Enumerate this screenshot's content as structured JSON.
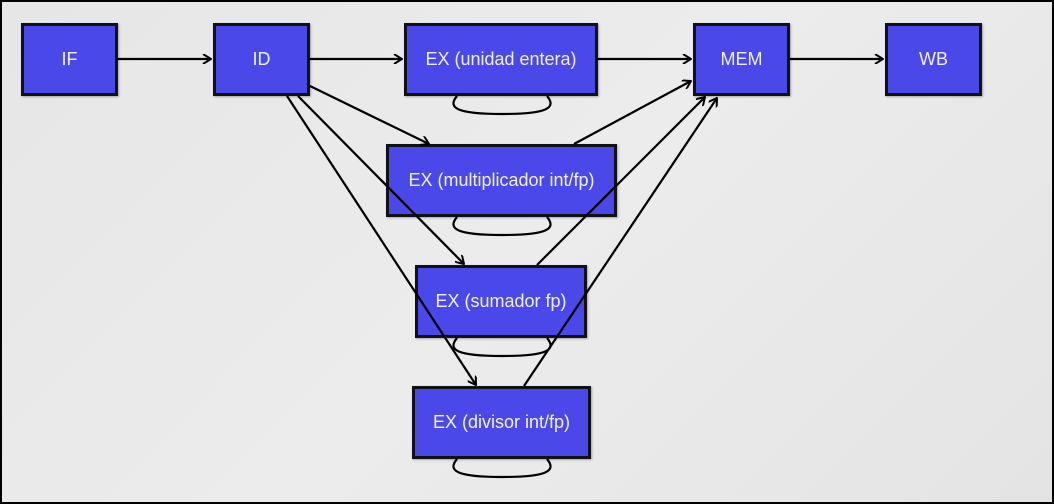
{
  "diagram": {
    "title": "Pipeline con múltiples unidades de ejecución",
    "nodes": {
      "if": "IF",
      "id": "ID",
      "ex_int": "EX (unidad entera)",
      "mem": "MEM",
      "wb": "WB",
      "ex_mul": "EX (multiplicador int/fp)",
      "ex_add": "EX (sumador fp)",
      "ex_div": "EX (divisor int/fp)"
    },
    "edges": [
      [
        "IF",
        "ID"
      ],
      [
        "ID",
        "EX (unidad entera)"
      ],
      [
        "ID",
        "EX (multiplicador int/fp)"
      ],
      [
        "ID",
        "EX (sumador fp)"
      ],
      [
        "ID",
        "EX (divisor int/fp)"
      ],
      [
        "EX (unidad entera)",
        "MEM"
      ],
      [
        "EX (multiplicador int/fp)",
        "MEM"
      ],
      [
        "EX (sumador fp)",
        "MEM"
      ],
      [
        "EX (divisor int/fp)",
        "MEM"
      ],
      [
        "MEM",
        "WB"
      ]
    ],
    "self_loops": [
      "EX (unidad entera)",
      "EX (multiplicador int/fp)",
      "EX (sumador fp)",
      "EX (divisor int/fp)"
    ],
    "colors": {
      "box_fill": "#4a48e8",
      "box_border": "#111111",
      "text": "#f0f0ff",
      "line": "#000000"
    }
  }
}
